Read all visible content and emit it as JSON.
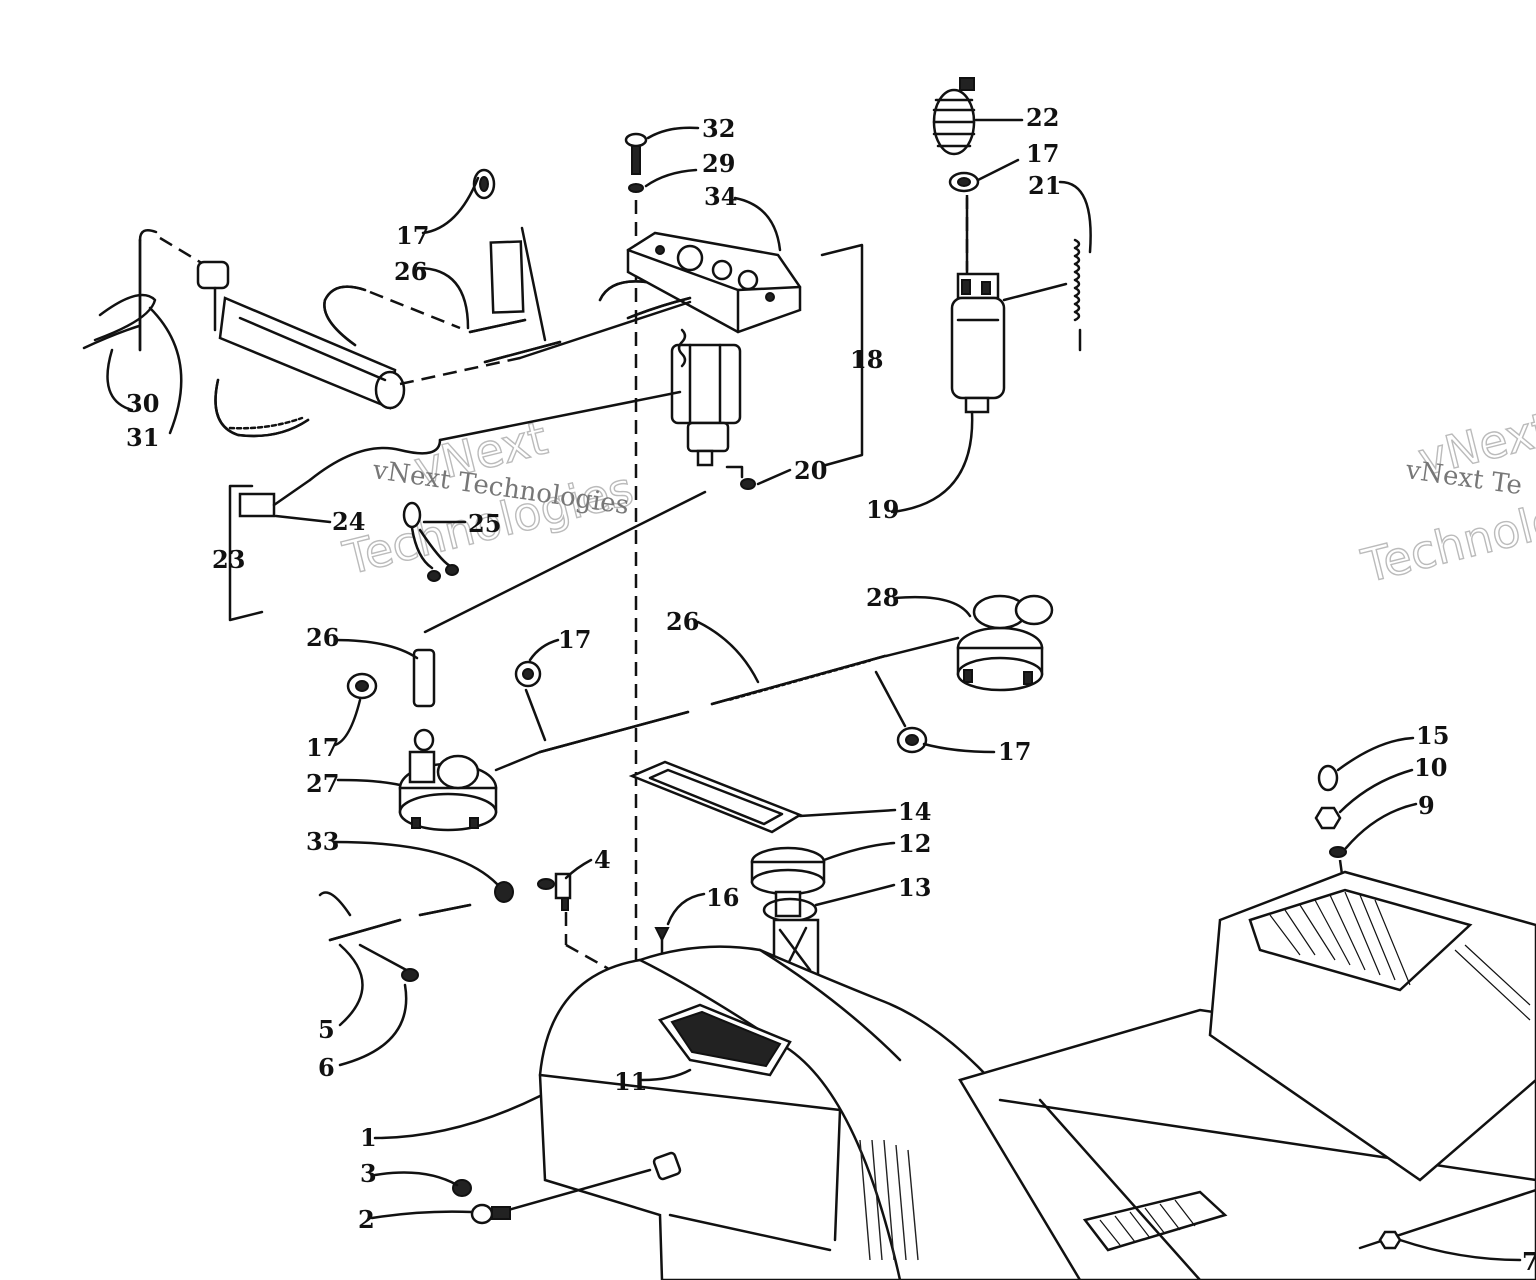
{
  "diagram": {
    "callouts": [
      {
        "id": "c32",
        "label": "32"
      },
      {
        "id": "c29",
        "label": "29"
      },
      {
        "id": "c34",
        "label": "34"
      },
      {
        "id": "c22",
        "label": "22"
      },
      {
        "id": "c17a",
        "label": "17"
      },
      {
        "id": "c21",
        "label": "21"
      },
      {
        "id": "c17b",
        "label": "17"
      },
      {
        "id": "c26a",
        "label": "26"
      },
      {
        "id": "c18",
        "label": "18"
      },
      {
        "id": "c30",
        "label": "30"
      },
      {
        "id": "c31",
        "label": "31"
      },
      {
        "id": "c20",
        "label": "20"
      },
      {
        "id": "c19",
        "label": "19"
      },
      {
        "id": "c24",
        "label": "24"
      },
      {
        "id": "c25",
        "label": "25"
      },
      {
        "id": "c23",
        "label": "23"
      },
      {
        "id": "c28",
        "label": "28"
      },
      {
        "id": "c26b",
        "label": "26"
      },
      {
        "id": "c17c",
        "label": "17"
      },
      {
        "id": "c26c",
        "label": "26"
      },
      {
        "id": "c17d",
        "label": "17"
      },
      {
        "id": "c17e",
        "label": "17"
      },
      {
        "id": "c27",
        "label": "27"
      },
      {
        "id": "c15",
        "label": "15"
      },
      {
        "id": "c10",
        "label": "10"
      },
      {
        "id": "c9",
        "label": "9"
      },
      {
        "id": "c14",
        "label": "14"
      },
      {
        "id": "c12",
        "label": "12"
      },
      {
        "id": "c33",
        "label": "33"
      },
      {
        "id": "c4",
        "label": "4"
      },
      {
        "id": "c16",
        "label": "16"
      },
      {
        "id": "c13",
        "label": "13"
      },
      {
        "id": "c5",
        "label": "5"
      },
      {
        "id": "c6",
        "label": "6"
      },
      {
        "id": "c11",
        "label": "11"
      },
      {
        "id": "c1",
        "label": "1"
      },
      {
        "id": "c3",
        "label": "3"
      },
      {
        "id": "c2",
        "label": "2"
      },
      {
        "id": "c7",
        "label": "7"
      }
    ],
    "watermarks": [
      {
        "line1": "vNext",
        "line2": "Technologies"
      },
      {
        "line1": "vNext",
        "line2": "Technologies"
      }
    ],
    "watermark_small": [
      "vNext Technologies",
      "vNext Te"
    ]
  }
}
